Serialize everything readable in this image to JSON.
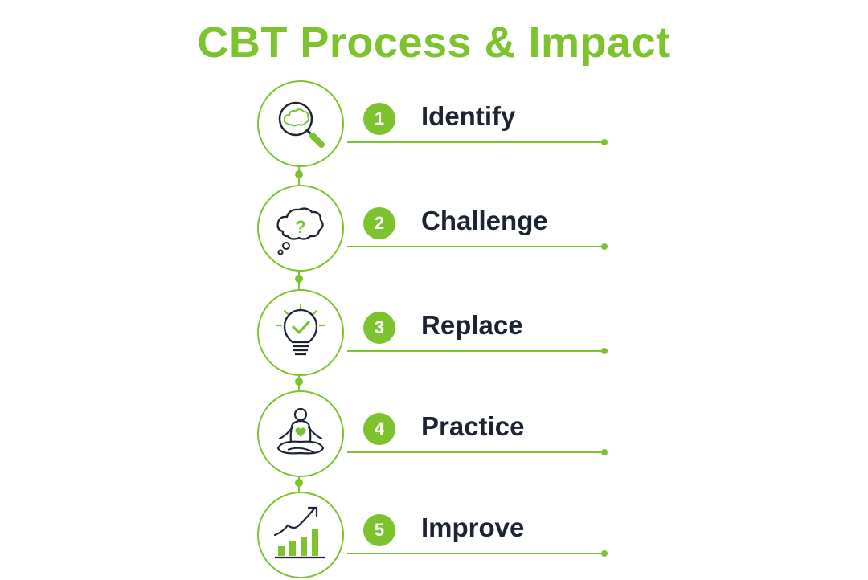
{
  "title": "CBT Process & Impact",
  "accent_color": "#7dc32d",
  "text_color": "#1c2333",
  "steps": [
    {
      "number": "1",
      "label": "Identify",
      "icon": "thought-magnifier-icon"
    },
    {
      "number": "2",
      "label": "Challenge",
      "icon": "question-thought-cloud-icon"
    },
    {
      "number": "3",
      "label": "Replace",
      "icon": "lightbulb-check-icon"
    },
    {
      "number": "4",
      "label": "Practice",
      "icon": "meditation-heart-icon"
    },
    {
      "number": "5",
      "label": "Improve",
      "icon": "growth-bar-chart-icon"
    }
  ]
}
